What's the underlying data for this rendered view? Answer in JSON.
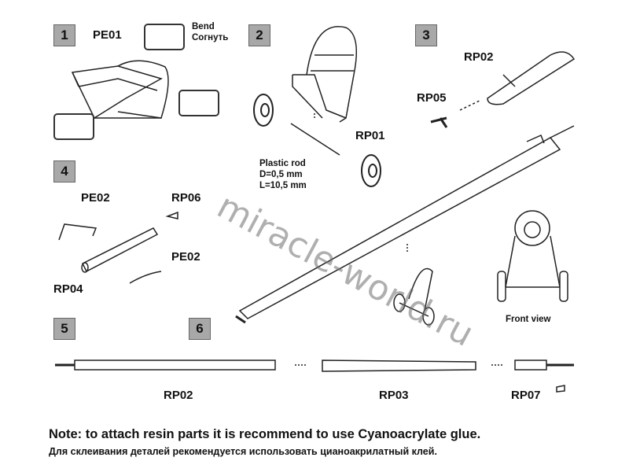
{
  "steps": [
    "1",
    "2",
    "3",
    "4",
    "5",
    "6"
  ],
  "bend": {
    "en": "Bend",
    "ru": "Согнуть"
  },
  "parts": {
    "pe01": "PE01",
    "rp02_top": "RP02",
    "rp05": "RP05",
    "rp01": "RP01",
    "pe02_a": "PE02",
    "rp06": "RP06",
    "pe02_b": "PE02",
    "rp04": "RP04",
    "rp02_bottom": "RP02",
    "rp03": "RP03",
    "rp07": "RP07"
  },
  "rod": {
    "line1": "Plastic rod",
    "line2": "D=0,5 mm",
    "line3": "L=10,5 mm"
  },
  "front_view": "Front view",
  "watermark": "miracle-world.ru",
  "note": {
    "en": "Note: to attach resin parts it is recommend to use Cyanoacrylate glue.",
    "ru": "Для склеивания деталей рекомендуется использовать цианоакрилатный клей."
  }
}
